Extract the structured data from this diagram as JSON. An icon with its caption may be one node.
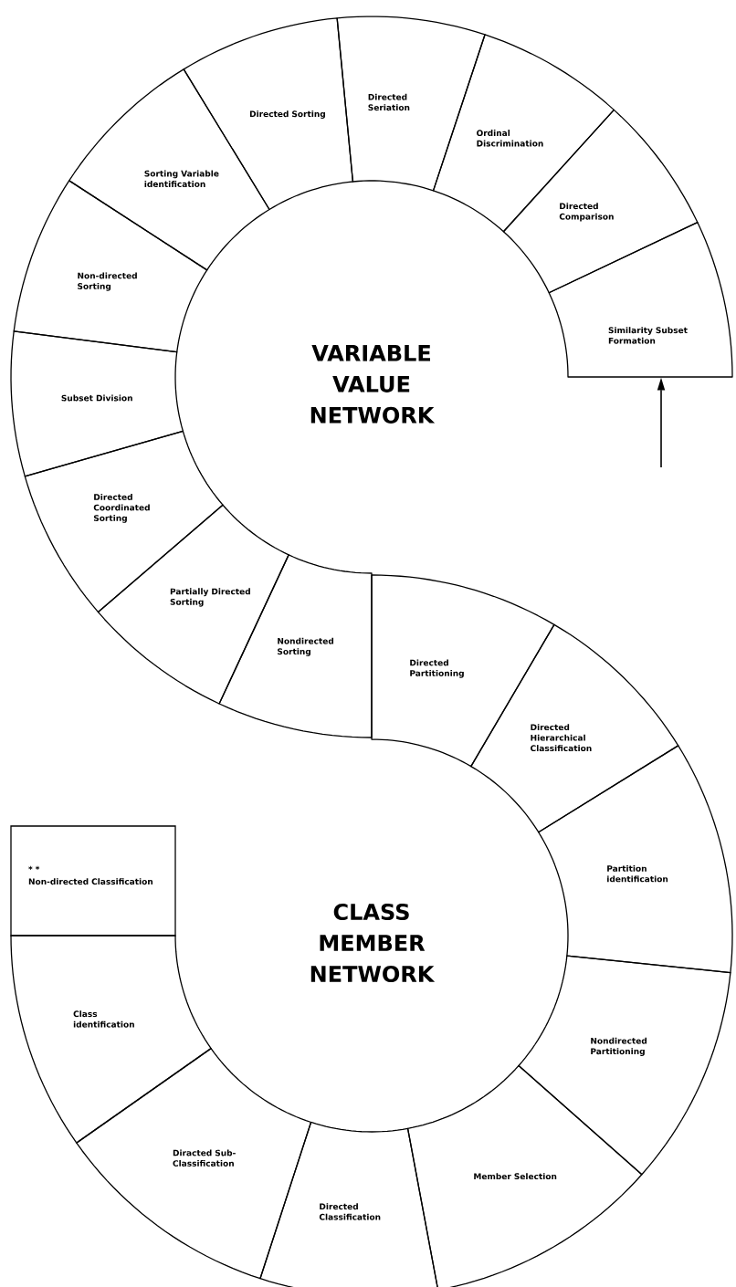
{
  "diagram": {
    "nodes": [
      {
        "text": [
          "VARIABLE VALUE NETWORK"
        ]
      },
      {
        "text": [
          "Similarity Subset Formation"
        ]
      },
      {
        "text": [
          "Directed Comparison"
        ]
      },
      {
        "text": [
          "Ordinal Discrimination"
        ]
      },
      {
        "text": [
          "Directed Seriation"
        ]
      },
      {
        "text": [
          "Directed Sorting"
        ]
      },
      {
        "text": [
          "Sorting Variable identification"
        ]
      },
      {
        "text": [
          "Non-directed Sorting"
        ]
      },
      {
        "text": [
          "Subset Division"
        ]
      },
      {
        "text": [
          "Directed Coordinated Sorting"
        ]
      },
      {
        "text": [
          "Partially Directed Sorting"
        ]
      },
      {
        "text": [
          "Nondirected Sorting"
        ]
      },
      {
        "text": [
          "Directed Partitioning"
        ]
      },
      {
        "text": [
          "Directed Hierarchical Classification"
        ]
      },
      {
        "text": [
          "Partition identification"
        ]
      },
      {
        "text": [
          "Nondirected Partitioning"
        ]
      },
      {
        "text": [
          "Member Selection"
        ]
      },
      {
        "text": [
          "Directed Classification"
        ]
      },
      {
        "text": [
          "Diracted Sub-Classification"
        ]
      },
      {
        "text": [
          "Class identification"
        ]
      },
      {
        "text": [
          "* *",
          "Non-directed Classification"
        ]
      },
      {
        "text": [
          "CLASS MEMBER NETWORK"
        ]
      }
    ],
    "edges": [
      {
        "from": null,
        "to": 1,
        "arrow": "to"
      }
    ]
  }
}
